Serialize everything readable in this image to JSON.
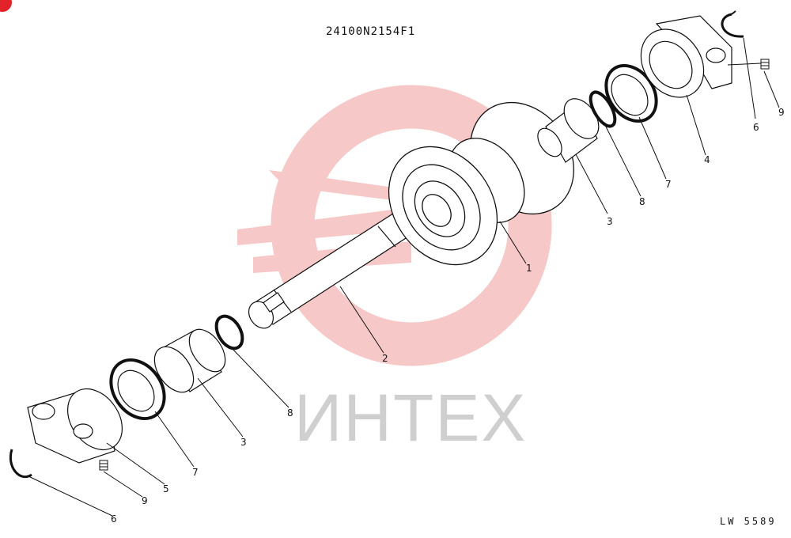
{
  "header": {
    "drawing_number": "24100N2154F1"
  },
  "footer": {
    "reference_code": "LW 5589"
  },
  "watermark": {
    "text": "ИНТЕХ",
    "logo": "gear-logo",
    "color": "#f7c8c8"
  },
  "accent_color": "#e2232a",
  "parts": {
    "p1": "1",
    "p2": "2",
    "p3_left": "3",
    "p3_right": "3",
    "p4": "4",
    "p5": "5",
    "p6_left": "6",
    "p6_right": "6",
    "p7_left": "7",
    "p7_right": "7",
    "p8_left": "8",
    "p8_right": "8",
    "p9_left": "9",
    "p9_right": "9"
  }
}
